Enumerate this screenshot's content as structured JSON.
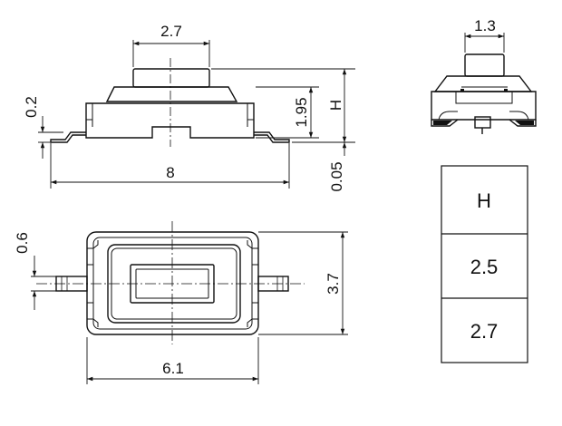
{
  "drawing": {
    "dimensions": {
      "top_width": "2.7",
      "stroke": "0.2",
      "actuator_height": "1.95",
      "total_height_symbol": "H",
      "body_length": "8",
      "pin_offset": "0.05",
      "pin_width": "0.6",
      "body_width": "3.7",
      "housing_length": "6.1",
      "side_width": "1.3"
    },
    "height_table": {
      "header": "H",
      "values": [
        "2.5",
        "2.7"
      ]
    }
  }
}
